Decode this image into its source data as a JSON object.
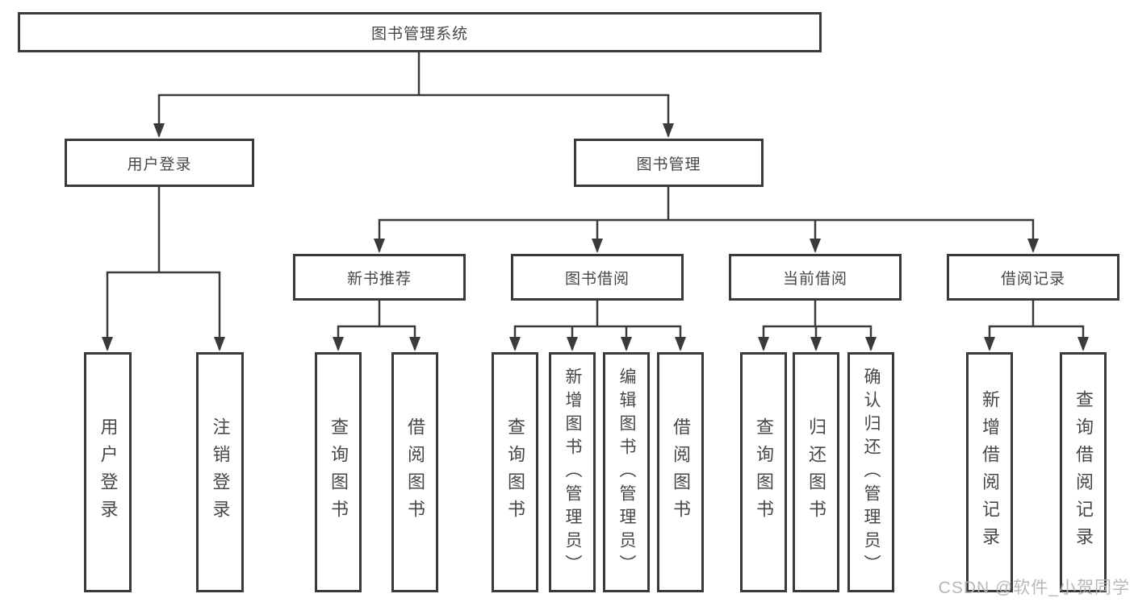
{
  "colors": {
    "line": "#3a3a3a",
    "text": "#474747",
    "background": "#ffffff",
    "watermark": "#b3b3b3"
  },
  "tree": {
    "root": {
      "label": "图书管理系统"
    },
    "children": [
      {
        "label": "用户登录",
        "leaves": [
          {
            "label": "用户登录"
          },
          {
            "label": "注销登录"
          }
        ]
      },
      {
        "label": "图书管理",
        "children": [
          {
            "label": "新书推荐",
            "leaves": [
              {
                "label": "查询图书"
              },
              {
                "label": "借阅图书"
              }
            ]
          },
          {
            "label": "图书借阅",
            "leaves": [
              {
                "label": "查询图书"
              },
              {
                "label": "新增图书（管理员）"
              },
              {
                "label": "编辑图书（管理员）"
              },
              {
                "label": "借阅图书"
              }
            ]
          },
          {
            "label": "当前借阅",
            "leaves": [
              {
                "label": "查询图书"
              },
              {
                "label": "归还图书"
              },
              {
                "label": "确认归还（管理员）"
              }
            ]
          },
          {
            "label": "借阅记录",
            "leaves": [
              {
                "label": "新增借阅记录"
              },
              {
                "label": "查询借阅记录"
              }
            ]
          }
        ]
      }
    ]
  },
  "watermark": "CSDN @软件_小贺同学"
}
